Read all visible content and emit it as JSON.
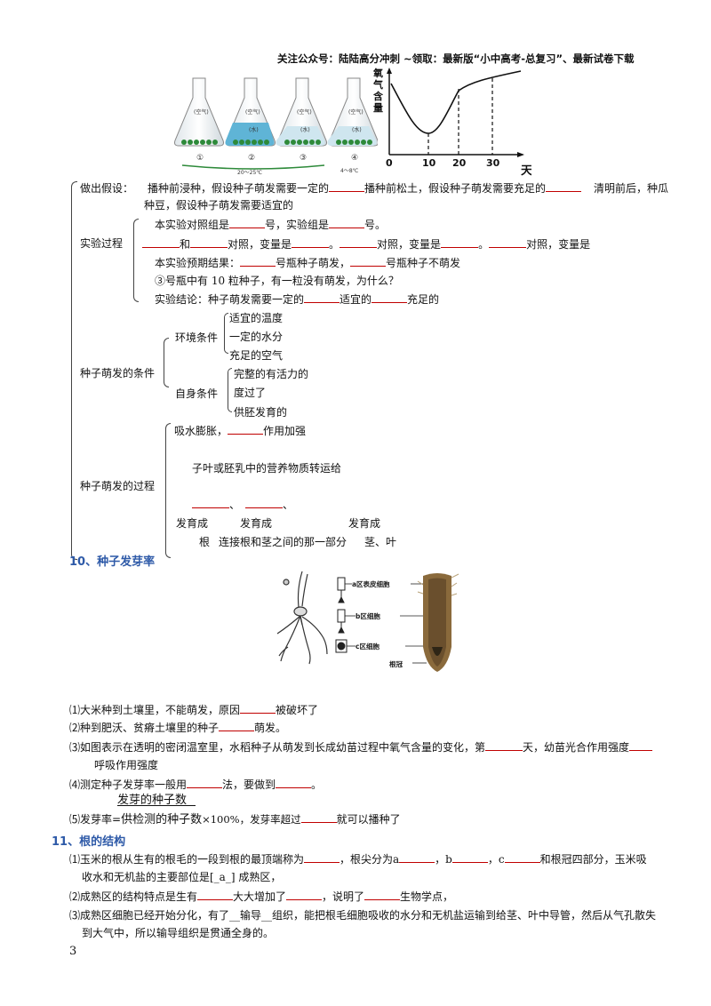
{
  "header": "关注公众号：陆陆高分冲刺 ~领取：最新版“小中高考-总复习”、最新试卷下载",
  "flasks": {
    "labels": [
      "①",
      "②",
      "③",
      "④"
    ],
    "tags": [
      "(空气)",
      "(空气)",
      "(空气)",
      "(空气)"
    ],
    "water_tags": [
      "(水)",
      "(水)",
      "(水)"
    ],
    "temp_a": "20～25℃",
    "temp_b": "4～8℃"
  },
  "curve_chart": {
    "ylabel_lines": [
      "氧",
      "气",
      "含",
      "量"
    ],
    "xlabel": "天数",
    "ticks": [
      "0",
      "10",
      "20",
      "30"
    ]
  },
  "outline": {
    "hypothesis_label": "做出假设：",
    "hyp_1a": "播种前浸种，假设种子萌发需要一定的",
    "hyp_1b": "播种前松土，假设种子萌发需要充足的",
    "hyp_1c": "清明前后，种瓜",
    "hyp_2": "种豆，假设种子萌发需要适宜的",
    "exp_label": "实验过程",
    "exp_1a": "本实验对照组是",
    "exp_1b": "号，实验组是",
    "exp_1c": "号。",
    "exp_2a": "和",
    "exp_2b": "对照，变量是",
    "exp_2c": "。",
    "exp_2d": "对照，变量是",
    "exp_2e": "。",
    "exp_2f": "对照，变量是",
    "exp_3a": "本实验预期结果：",
    "exp_3b": "号瓶种子萌发，",
    "exp_3c": "号瓶种子不萌发",
    "exp_4": "③号瓶中有 10 粒种子，有一粒没有萌发，为什么？",
    "exp_5a": "实验结论：种子萌发需要一定的",
    "exp_5b": "适宜的",
    "exp_5c": "充足的",
    "cond_label": "种子萌发的条件",
    "env_label": "环境条件",
    "env_items": [
      "适宜的温度",
      "一定的水分",
      "充足的空气"
    ],
    "self_label": "自身条件",
    "self_items": [
      "完整的有活力的",
      "度过了",
      "供胚发育的"
    ],
    "proc_label": "种子萌发的过程",
    "proc_1a": "吸水膨胀，",
    "proc_1b": "作用加强",
    "proc_2": "子叶或胚乳中的营养物质转运给",
    "proc_3a": "、",
    "proc_3b": "、",
    "proc_4": [
      "发育成",
      "发育成",
      "发育成"
    ],
    "proc_5": [
      "根",
      "连接根和茎之间的那一部分",
      "茎、叶"
    ]
  },
  "section10": {
    "title": "10、种子发芽率",
    "root_labels": [
      "a区表皮细胞",
      "b区细胞",
      "c区细胞",
      "根冠"
    ],
    "q1a": "⑴大米种到土壤里，不能萌发，原因",
    "q1b": "被破坏了",
    "q2a": "⑵种到肥沃、贫瘠土壤里的种子",
    "q2b": "萌发。",
    "q3a": "⑶如图表示在透明的密闭温室里，水稻种子从萌发到长成幼苗过程中氧气含量的变化，第",
    "q3b": "天，幼苗光合作用强度",
    "q3c": "呼吸作用强度",
    "q4a": "⑷测定种子发芽率一般用",
    "q4b": "法，要做到",
    "q4c": "。",
    "frac_num": "发芽的种子数",
    "frac_den": "供检测的种子数",
    "q5a": "⑸发芽率=",
    "q5b": "×100%，发芽率超过",
    "q5c": "就可以播种了"
  },
  "section11": {
    "title": "11、根的结构",
    "q1a": "⑴玉米的根从生有的根毛的一段到根的最顶端称为",
    "q1b": "，根尖分为a",
    "q1c": "，b",
    "q1d": "，c",
    "q1e": "和根冠四部分，玉米吸",
    "q1f": "收水和无机盐的主要部位是[_a_] 成熟区，",
    "q2a": "⑵成熟区的结构特点是生有",
    "q2b": "大大增加了",
    "q2c": "，说明了",
    "q2d": "生物学点，",
    "q3a": "⑶成熟区细胞已经开始分化，有了__输导__组织，能把根毛细胞吸收的水分和无机盐运输到给茎、叶中导管，然后从气孔散失",
    "q3b": "到大气中，所以输导组织是贯通全身的。"
  },
  "page_number": "3"
}
